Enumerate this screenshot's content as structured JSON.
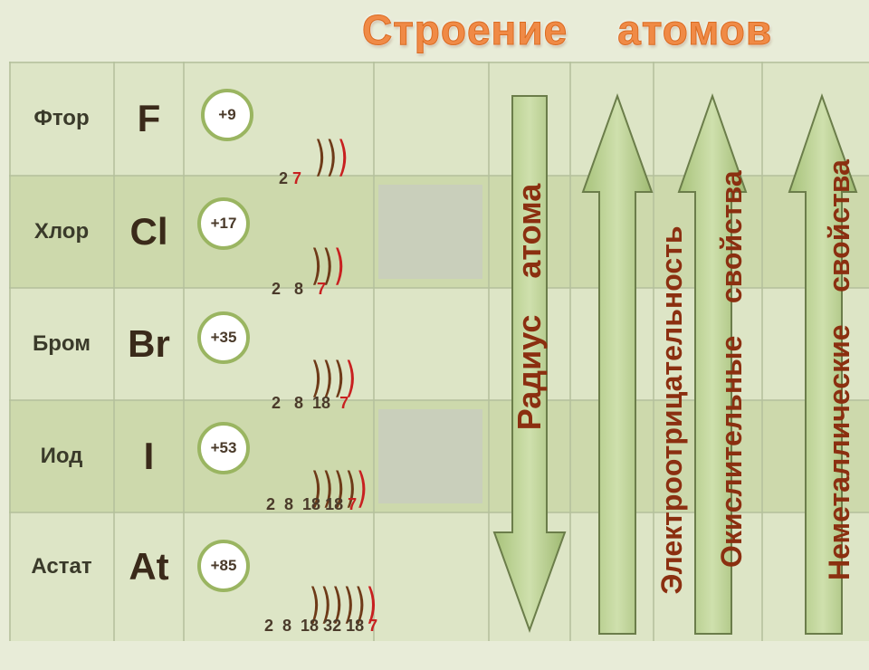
{
  "title": "Строение    атомов",
  "elements": [
    {
      "name": "Фтор",
      "symbol": "F",
      "charge": "+9",
      "inner_shells": "))",
      "outer_shell": ")",
      "electrons": "2 ",
      "last": "7"
    },
    {
      "name": "Хлор",
      "symbol": "Cl",
      "charge": "+17",
      "inner_shells": "))",
      "outer_shell": ")",
      "electrons": "2   8   ",
      "last": "7"
    },
    {
      "name": "Бром",
      "symbol": "Br",
      "charge": "+35",
      "inner_shells": ")))",
      "outer_shell": ")",
      "electrons": "2   8  18  ",
      "last": "7"
    },
    {
      "name": "Иод",
      "symbol": "I",
      "charge": "+53",
      "inner_shells": "))))",
      "outer_shell": ")",
      "electrons": "2  8  18 18 ",
      "last": "7"
    },
    {
      "name": "Астат",
      "symbol": "At",
      "charge": "+85",
      "inner_shells": ")))))",
      "outer_shell": ")",
      "electrons": "2  8  18 32 18 ",
      "last": "7"
    }
  ],
  "arrows": {
    "radius": "Радиус    атома",
    "electronegativity": "Электроотрицательность",
    "oxidizing": "Окислительные    свойства",
    "nonmetallic": "Неметаллические    свойства"
  },
  "colors": {
    "background": "#e8ecd8",
    "title": "#f08a46",
    "arrow_fill": "#b7cf8f",
    "arrow_text": "#8b2f10",
    "outer_shell": "#c82020"
  }
}
